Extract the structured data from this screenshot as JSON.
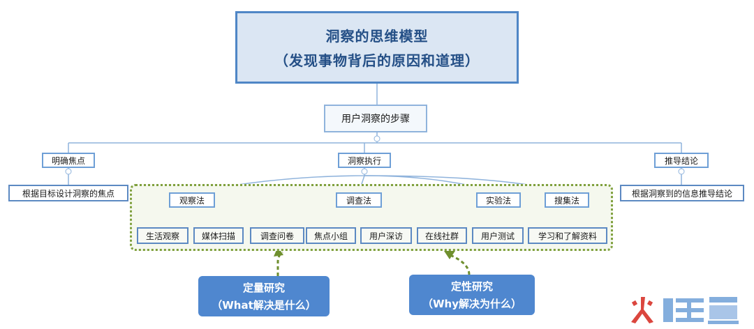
{
  "root": {
    "line1": "洞察的思维模型",
    "line2": "（发现事物背后的原因和道理）"
  },
  "steps": "用户洞察的步骤",
  "branches": {
    "left": "明确焦点",
    "center": "洞察执行",
    "right": "推导结论"
  },
  "left_leaf": "根据目标设计洞察的焦点",
  "right_leaf": "根据洞察到的信息推导结论",
  "methods": {
    "observe": "观察法",
    "survey": "调查法",
    "experiment": "实验法",
    "collect": "搜集法"
  },
  "leaves": {
    "daily_observe": "生活观察",
    "media_scan": "媒体扫描",
    "questionnaire": "调查问卷",
    "focus_group": "焦点小组",
    "user_interview": "用户深访",
    "online_community": "在线社群",
    "user_test": "用户测试",
    "learn_material": "学习和了解资料"
  },
  "callouts": {
    "quant_title": "定量研究",
    "quant_sub": "（What解决是什么）",
    "qual_title": "定性研究",
    "qual_sub": "（Why解决为什么）"
  },
  "colors": {
    "node_border": "#5c89c2",
    "root_fill": "#dbe6f3",
    "callout_fill": "#4f87cf",
    "dotted_border": "#7fa03d",
    "logo_red": "#d8332a"
  }
}
